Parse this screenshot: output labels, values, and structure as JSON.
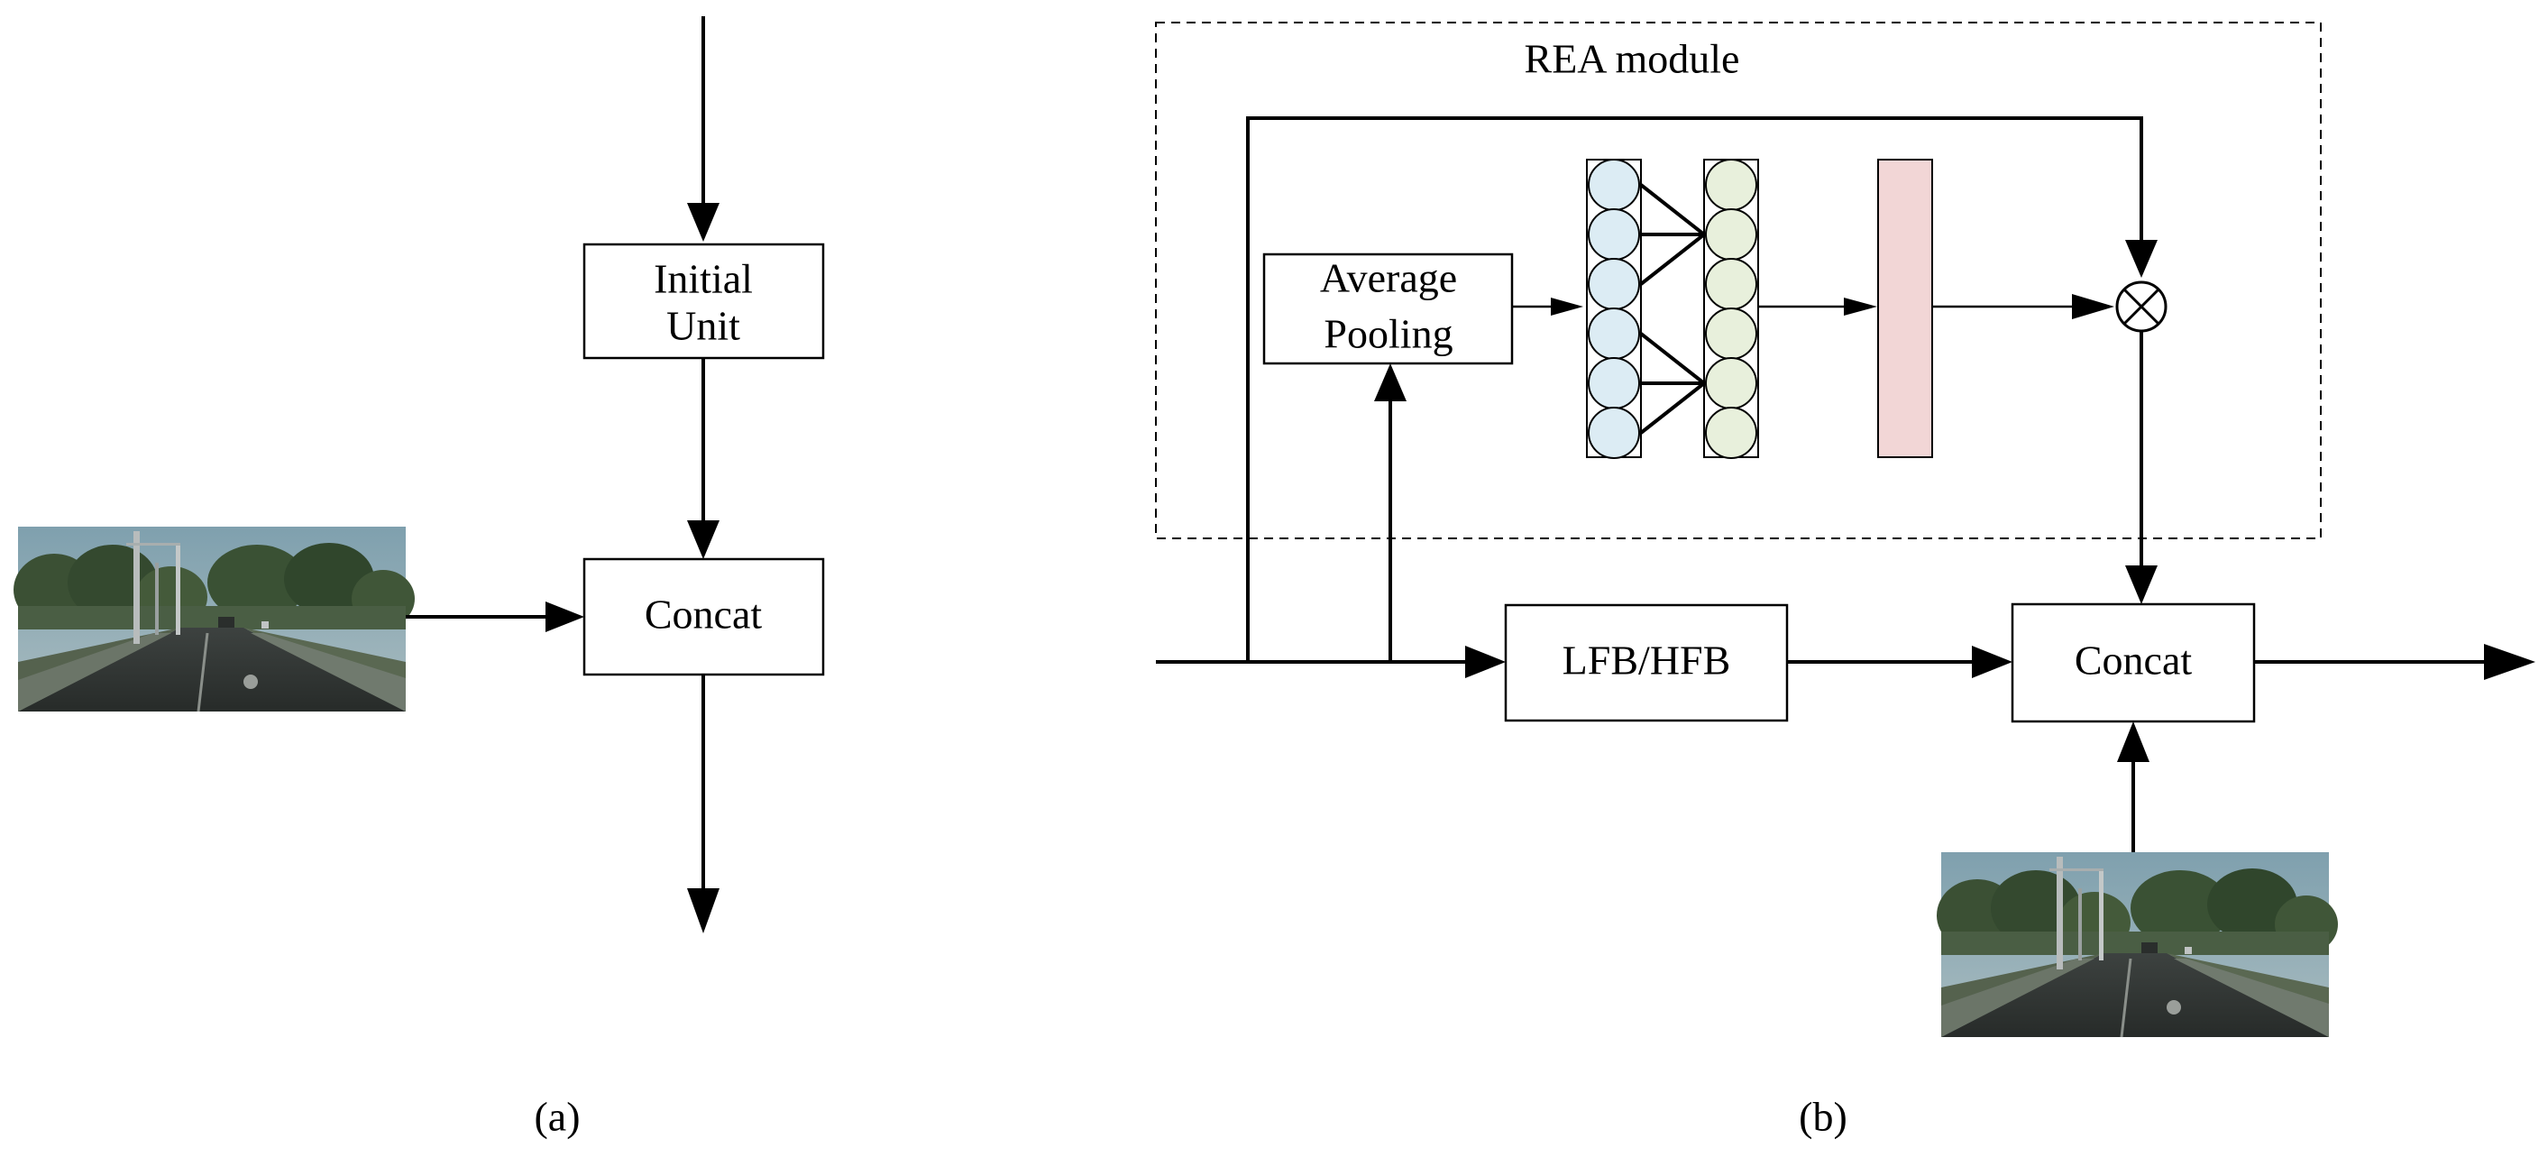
{
  "panel_a": {
    "initial_unit": [
      "Initial",
      "Unit"
    ],
    "concat": "Concat",
    "caption": "(a)"
  },
  "panel_b": {
    "module_title": "REA module",
    "average_pooling": [
      "Average",
      "Pooling"
    ],
    "lfb_hfb": "LFB/HFB",
    "concat": "Concat",
    "caption": "(b)",
    "multiply_symbol": "⊗"
  },
  "colors": {
    "fc_layer_1": "#dcecf4",
    "fc_layer_2": "#e8f0dc",
    "attention_bar": "#f2d6d6",
    "road_sky": "#7a98a8",
    "road_trees": "#3c5236",
    "road_asphalt": "#2f3430"
  }
}
